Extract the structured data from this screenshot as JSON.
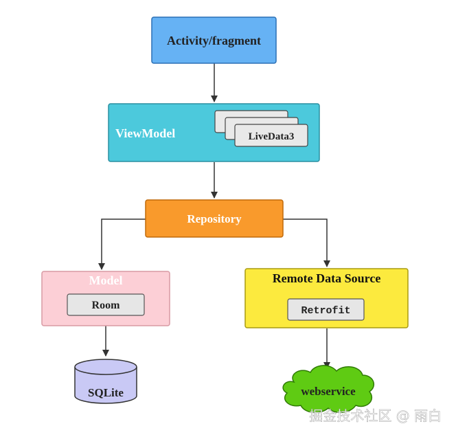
{
  "nodes": {
    "activity": {
      "label": "Activity/fragment",
      "fill": "#66b2f4",
      "stroke": "#2a6fb5"
    },
    "viewmodel": {
      "label": "ViewModel",
      "fill": "#4cc9dc",
      "stroke": "#2a8fa0"
    },
    "livedata": {
      "label": "LiveData3",
      "fill": "#e9e9e9",
      "stroke": "#444444"
    },
    "repository": {
      "label": "Repository",
      "fill": "#f99a2c",
      "stroke": "#c06a0a"
    },
    "model": {
      "label": "Model",
      "fill": "#fccfd6",
      "stroke": "#d89aa4"
    },
    "room": {
      "label": "Room",
      "fill": "#e6e6e6",
      "stroke": "#555555"
    },
    "remote": {
      "label": "Remote Data Source",
      "fill": "#fcea3e",
      "stroke": "#a89a10"
    },
    "retrofit": {
      "label": "Retrofit",
      "fill": "#e6e6e6",
      "stroke": "#555555"
    },
    "sqlite": {
      "label": "SQLite",
      "fill": "#c9c9f5",
      "stroke": "#333333"
    },
    "webservice": {
      "label": "webservice",
      "fill": "#5fcb13",
      "stroke": "#2f7a05"
    }
  },
  "watermark": "掘金技术社区 @ 雨白",
  "colors": {
    "arrow": "#333333",
    "text_dark": "#222222",
    "text_white": "#ffffff"
  }
}
